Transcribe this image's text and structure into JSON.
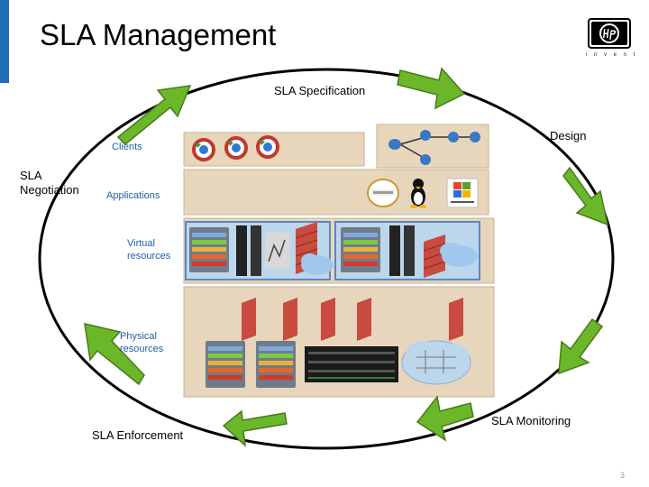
{
  "title": "SLA Management",
  "logo": {
    "tagline": "i n v e n t"
  },
  "cycle": {
    "specification": "SLA Specification",
    "design": "Design",
    "negotiation": "SLA\nNegotiation",
    "enforcement": "SLA Enforcement",
    "monitoring": "SLA Monitoring"
  },
  "layers": {
    "clients": "Clients",
    "applications": "Applications",
    "virtual": "Virtual\nresources",
    "physical": "Physical\nresources"
  },
  "page_number": "3",
  "colors": {
    "arrow": "#6ab82a",
    "ring": "#000000",
    "accent": "#1f6fb8",
    "layer": "#e8d6bc",
    "label": "#1f5fa8"
  }
}
